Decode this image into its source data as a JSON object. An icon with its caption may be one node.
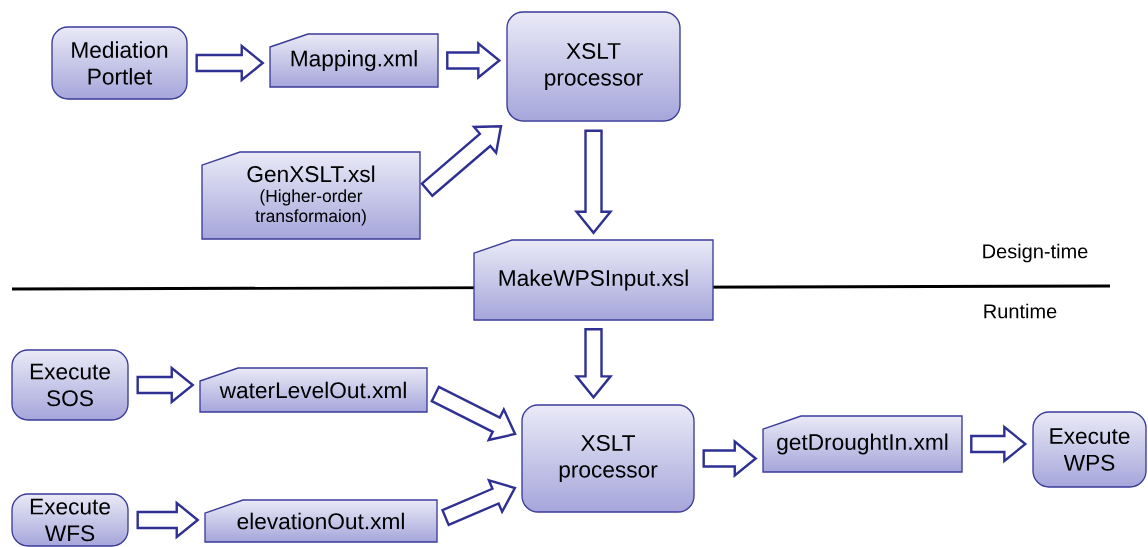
{
  "diagram": {
    "nodes": [
      {
        "text": [
          "Mediation Portlet"
        ]
      },
      {
        "text": [
          "Mapping.xml"
        ]
      },
      {
        "text": [
          "XSLT processor"
        ]
      },
      {
        "text": [
          "GenXSLT.xsl",
          "(Higher-order transformaion)"
        ]
      },
      {
        "text": [
          "MakeWPSInput.xsl"
        ]
      },
      {
        "text": [
          "Execute SOS"
        ]
      },
      {
        "text": [
          "waterLevelOut.xml"
        ]
      },
      {
        "text": [
          "XSLT processor"
        ]
      },
      {
        "text": [
          "getDroughtIn.xml"
        ]
      },
      {
        "text": [
          "Execute WPS"
        ]
      },
      {
        "text": [
          "Execute WFS"
        ]
      },
      {
        "text": [
          "elevationOut.xml"
        ]
      }
    ],
    "edges": [
      {
        "from": 0,
        "to": 1,
        "arrow": "to"
      },
      {
        "from": 1,
        "to": 2,
        "arrow": "to"
      },
      {
        "from": 3,
        "to": 2,
        "arrow": "to"
      },
      {
        "from": 2,
        "to": 4,
        "arrow": "to"
      },
      {
        "from": 4,
        "to": 7,
        "arrow": "to"
      },
      {
        "from": 5,
        "to": 6,
        "arrow": "to"
      },
      {
        "from": 6,
        "to": 7,
        "arrow": "to"
      },
      {
        "from": 10,
        "to": 11,
        "arrow": "to"
      },
      {
        "from": 11,
        "to": 7,
        "arrow": "to"
      },
      {
        "from": 7,
        "to": 8,
        "arrow": "to"
      },
      {
        "from": 8,
        "to": 9,
        "arrow": "to"
      }
    ],
    "labels": [
      "Design-time",
      "Runtime"
    ]
  }
}
